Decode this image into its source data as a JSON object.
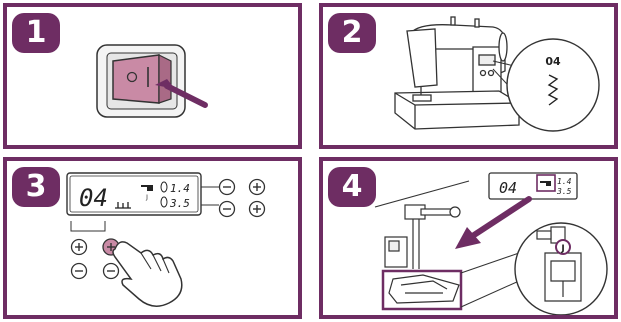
{
  "steps": [
    {
      "number": "1"
    },
    {
      "number": "2",
      "callout_pattern": "04"
    },
    {
      "number": "3",
      "display": {
        "pattern": "04",
        "width_value": "1.4",
        "length_value": "3.5"
      }
    },
    {
      "number": "4",
      "display": {
        "pattern": "04",
        "width_value": "1.4",
        "length_value": "3.5"
      },
      "presser_foot_letter": "J"
    }
  ],
  "colors": {
    "accent": "#6e2d63",
    "switch": "#c98aa5",
    "line": "#333333"
  },
  "icons": [
    "power-switch-icon",
    "sewing-machine-icon",
    "zigzag-stitch-icon",
    "pointing-hand-icon",
    "presser-foot-icon",
    "plus-icon",
    "minus-icon"
  ]
}
